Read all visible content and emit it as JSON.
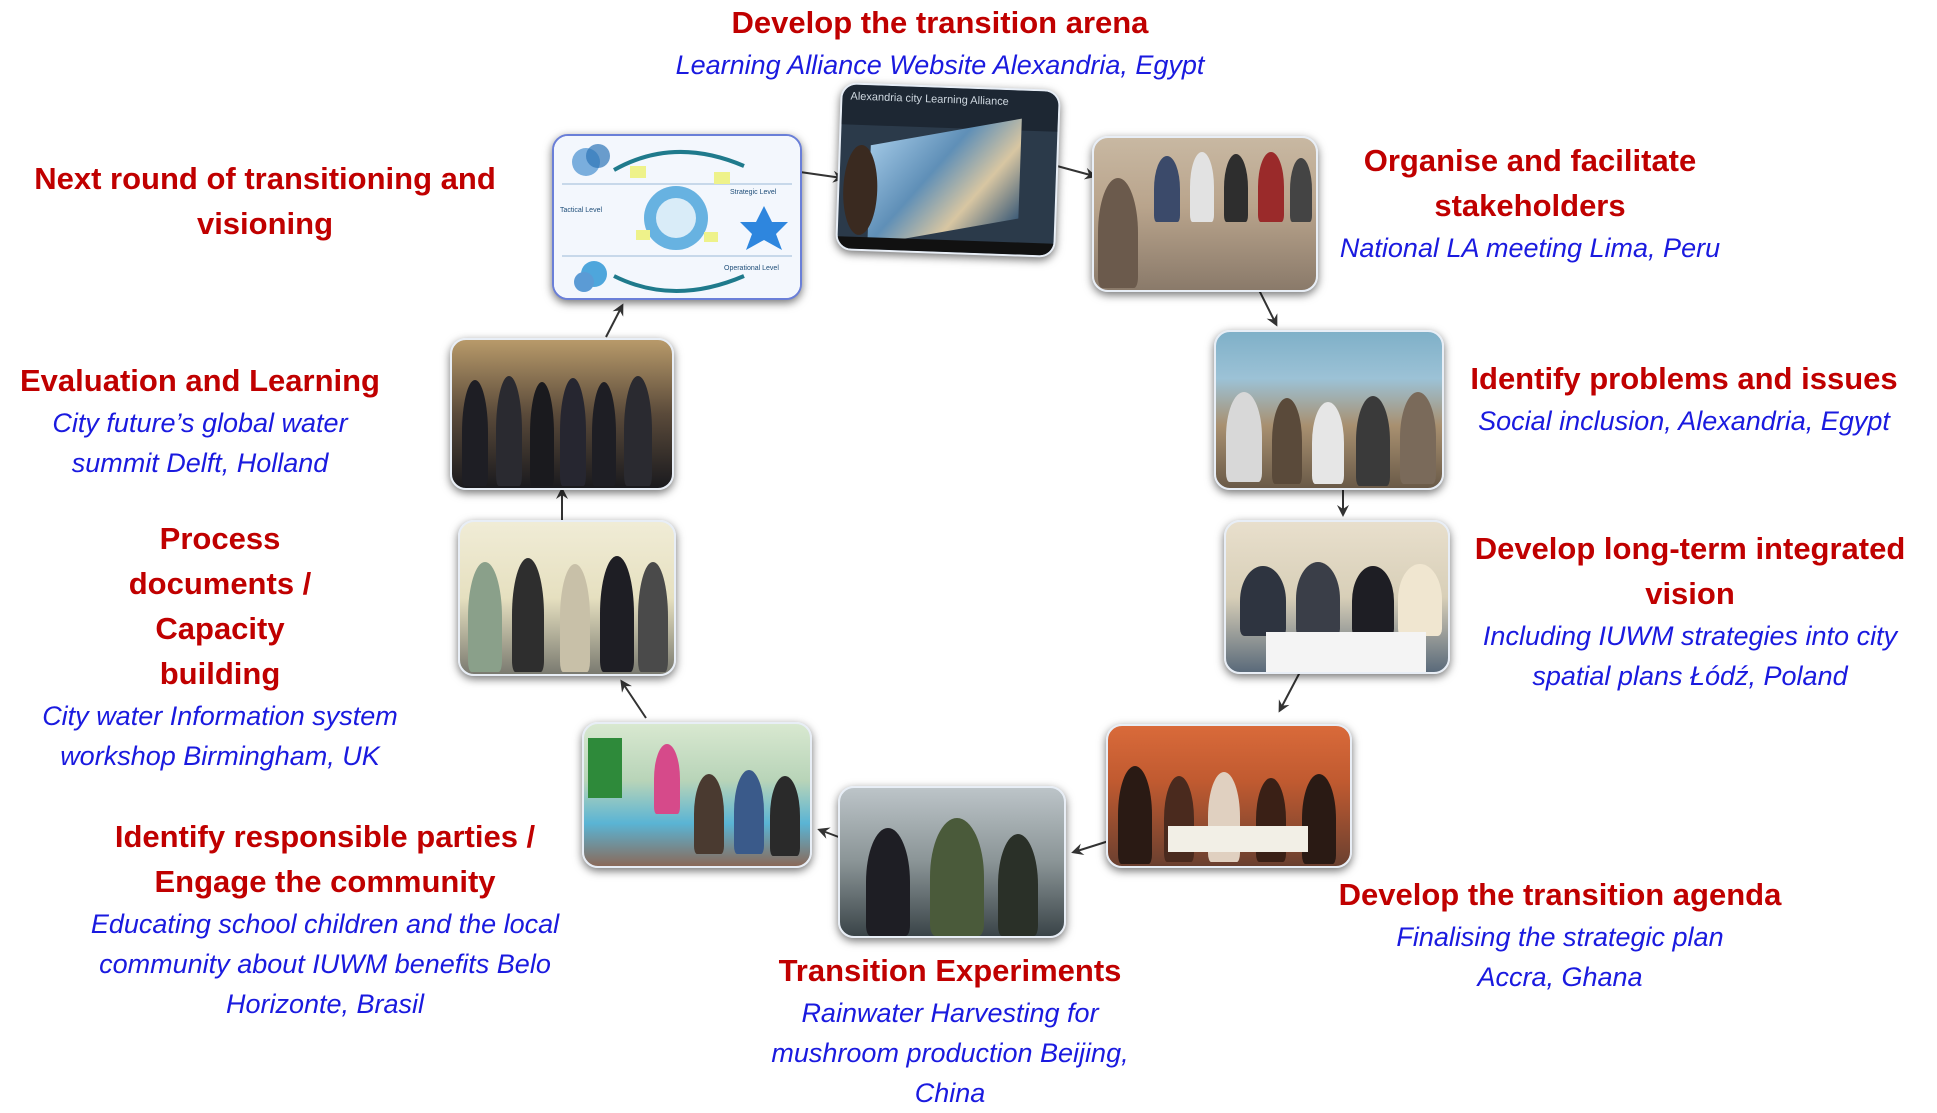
{
  "steps": [
    {
      "title": "Develop the transition arena",
      "subtitle": "Learning Alliance Website Alexandria, Egypt",
      "photo_caption": "Alexandria city Learning Alliance"
    },
    {
      "title": "Organise and facilitate stakeholders",
      "subtitle": "National LA meeting Lima, Peru"
    },
    {
      "title": "Identify problems and issues",
      "subtitle": "Social inclusion, Alexandria, Egypt"
    },
    {
      "title": "Develop long-term integrated vision",
      "subtitle": "Including IUWM strategies into city spatial plans Łódź, Poland"
    },
    {
      "title": "Develop the transition agenda",
      "subtitle": "Finalising the strategic plan Accra, Ghana"
    },
    {
      "title": "Transition Experiments",
      "subtitle": "Rainwater Harvesting for mushroom production Beijing, China"
    },
    {
      "title": "Identify responsible parties / Engage the community",
      "subtitle": "Educating school children and the local community about IUWM benefits Belo Horizonte, Brasil"
    },
    {
      "title": "Process documents / Capacity building",
      "subtitle": "City water Information system workshop Birmingham, UK"
    },
    {
      "title": "Evaluation and Learning",
      "subtitle": "City future’s global water summit Delft, Holland"
    },
    {
      "title": "Next round of transitioning and visioning",
      "subtitle": "",
      "diagram_labels": [
        "Strategic Level",
        "Tactical Level",
        "Operational Level"
      ]
    }
  ],
  "colors": {
    "title": "#c00000",
    "subtitle": "#1a1adf",
    "arrow": "#333333"
  }
}
